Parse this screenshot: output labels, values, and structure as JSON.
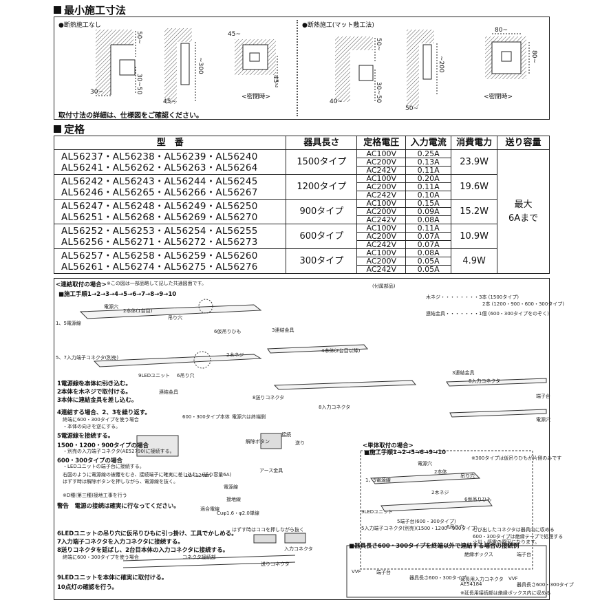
{
  "min_section": {
    "title": "最小施工寸法",
    "left_label": "●断熱施工なし",
    "right_label": "●断熱施工(マット敷工法)",
    "dims_left": [
      "50~",
      "30~50",
      "30~",
      "~300",
      "45~",
      "45~",
      "45~"
    ],
    "dims_right": [
      "50~",
      "30~50",
      "40~",
      "~200",
      "50~",
      "80~",
      "80~"
    ],
    "closed_label_left": "<密閉時>",
    "closed_label_right": "<密閉時>",
    "note": "取付寸法の詳細は、仕様図をご確認ください。"
  },
  "spec_section": {
    "title": "定格",
    "headers": [
      "型　番",
      "器具長さ",
      "定格電圧",
      "入力電流",
      "消費電力",
      "送り容量"
    ],
    "capacity": [
      "最大",
      "6Aまで"
    ],
    "rows": [
      {
        "models": [
          "AL56237・AL56238・AL56239・AL56240",
          "AL56241・AL56262・AL56263・AL56264"
        ],
        "length": "1500タイプ",
        "voltages": [
          "AC100V",
          "AC200V",
          "AC242V"
        ],
        "currents": [
          "0.25A",
          "0.13A",
          "0.11A"
        ],
        "power": "23.9W"
      },
      {
        "models": [
          "AL56242・AL56243・AL56244・AL56245",
          "AL56246・AL56265・AL56266・AL56267"
        ],
        "length": "1200タイプ",
        "voltages": [
          "AC100V",
          "AC200V",
          "AC242V"
        ],
        "currents": [
          "0.20A",
          "0.11A",
          "0.10A"
        ],
        "power": "19.6W"
      },
      {
        "models": [
          "AL56247・AL56248・AL56249・AL56250",
          "AL56251・AL56268・AL56269・AL56270"
        ],
        "length": "900タイプ",
        "voltages": [
          "AC100V",
          "AC200V",
          "AC242V"
        ],
        "currents": [
          "0.15A",
          "0.09A",
          "0.08A"
        ],
        "power": "15.2W"
      },
      {
        "models": [
          "AL56252・AL56253・AL56254・AL56255",
          "AL56256・AL56271・AL56272・AL56273"
        ],
        "length": "600タイプ",
        "voltages": [
          "AC100V",
          "AC200V",
          "AC242V"
        ],
        "currents": [
          "0.11A",
          "0.07A",
          "0.07A"
        ],
        "power": "10.9W"
      },
      {
        "models": [
          "AL56257・AL56258・AL56259・AL56260",
          "AL56261・AL56274・AL56275・AL56276"
        ],
        "length": "300タイプ",
        "voltages": [
          "AC100V",
          "AC200V",
          "AC242V"
        ],
        "currents": [
          "0.08A",
          "0.05A",
          "0.05A"
        ],
        "power": "4.9W"
      }
    ]
  },
  "manual": {
    "connect_title": "<連結取付の場合>",
    "connect_note": "※この図は一部品略して記した共通図面です。",
    "connect_steps": "■施工手順1→2→3→4→5→6→7→8→9→10",
    "parts_title": "(付属部品)",
    "parts": [
      "木ネジ・・・・・・・・3本 (1500タイプ)",
      "2本 (1200・900・600・300タイプ)",
      "連結金具・・・・・・・1個 (600・300タイプをのぞく)"
    ],
    "steps": [
      "1電源線を本体に引き込む。",
      "2本体を木ネジで取付ける。",
      "3本体に連結金具を差し込む。",
      "4連結する場合、2、3を繰り返す。",
      "終端に600・300タイプを使う場合",
      "・本体の向きを逆にする。",
      "5電源線を接続する。",
      "1500・1200・900タイプの場合",
      "・別売の入力端子コネクタ(AE52790)に接続する。",
      "600・300タイプの場合",
      "・LEDユニットの端子台に接続する。",
      "右図のように電源線の被覆をむき、接続端子に確実に差し込む。(送り容量6A)",
      "はずす時は解除ボタンを押しながら、電源線を抜く。",
      "※D種(第三種)接地工事を行う",
      "警告　電源の接続は確実に行なってください。",
      "6LEDユニットの吊り穴に仮吊りひもに引っ掛け、工具でかしめる。",
      "7入力端子コネクタを入力コネクタに接続する。",
      "8送りコネクタを延ばし、2台目本体の入力コネクタに接続する。",
      "終端に600・300タイプを使う場合",
      "9LEDユニットを本体に確実に取付ける。",
      "10点灯の確認を行う。"
    ],
    "labels": [
      "電源穴",
      "2本体(1台目)",
      "吊り穴",
      "1、5電源線",
      "6仮吊りひも",
      "2木ネジ",
      "3連結金具",
      "4本体(2台目以降)",
      "5、7入力端子コネクタ(別売)",
      "9LEDユニット",
      "6吊り穴",
      "7入力コネクタ",
      "8送りコネクタ",
      "8入力コネクタ",
      "3連結金具",
      "8入力コネクタ",
      "端子台",
      "電源穴",
      "連結金具",
      "600・300タイプ本体",
      "電源穴は終端側",
      "解除ボタン",
      "接続",
      "送り",
      "アース金具",
      "10~12mm",
      "電源線",
      "接地線",
      "適合電線",
      "Cuφ1.6・φ2.0単線",
      "はずす時はココを押しながら抜く",
      "入力コネクタ",
      "コネクタ接続部",
      "送りコネクタ"
    ],
    "single_title": "<単体取付の場合>",
    "single_steps": "■施工手順1→2→5→6→9→10",
    "single_labels": [
      "電源穴",
      "2本体",
      "吊り穴",
      "1、5電源線",
      "2木ネジ",
      "6仮吊りひも",
      "9LEDユニット",
      "5端子台(600・300タイプ)",
      "5入力端子コネクタ(別売)(1500・1200・900タイプ)",
      "6吊り穴",
      "とび出したコネクタは器具内に収める",
      "600・300タイプは絶縁テープで処理する",
      "火災・感電の原因になります。",
      "※300タイプは仮吊りひもが片側のみです"
    ],
    "bottom_title": "■器具長さ600・300タイプを終端以外で連結する場合の接続例",
    "bottom_labels": [
      "絶縁ボックス",
      "端子台",
      "VVF",
      "端子台",
      "器具長さ600・300タイプ",
      "延長用入力コネクタ",
      "AE54184",
      "VVF",
      "器具長さ600・300タイプ",
      "※延長用接続部は絶縁ボックス内に収める"
    ]
  }
}
